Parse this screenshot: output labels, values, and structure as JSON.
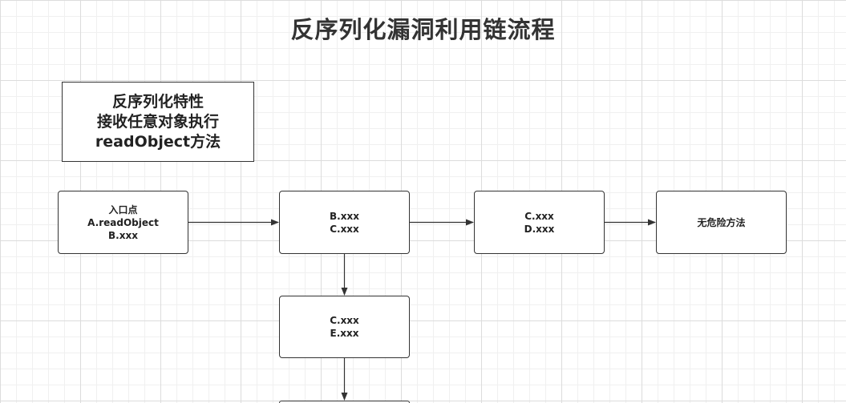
{
  "title": "反序列化漏洞利用链流程",
  "note": {
    "lines": [
      "反序列化特性",
      "接收任意对象执行",
      "readObject方法"
    ]
  },
  "nodes": {
    "entry": {
      "lines": [
        "入口点",
        "A.readObject",
        "B.xxx"
      ]
    },
    "b": {
      "lines": [
        "B.xxx",
        "C.xxx"
      ]
    },
    "c1": {
      "lines": [
        "C.xxx",
        "D.xxx"
      ]
    },
    "safe": {
      "lines": [
        "无危险方法"
      ]
    },
    "c2": {
      "lines": [
        "C.xxx",
        "E.xxx"
      ]
    }
  },
  "colors": {
    "stroke": "#333333",
    "grid_major": "#dcdcdc",
    "grid_minor": "#f0f0f0"
  }
}
